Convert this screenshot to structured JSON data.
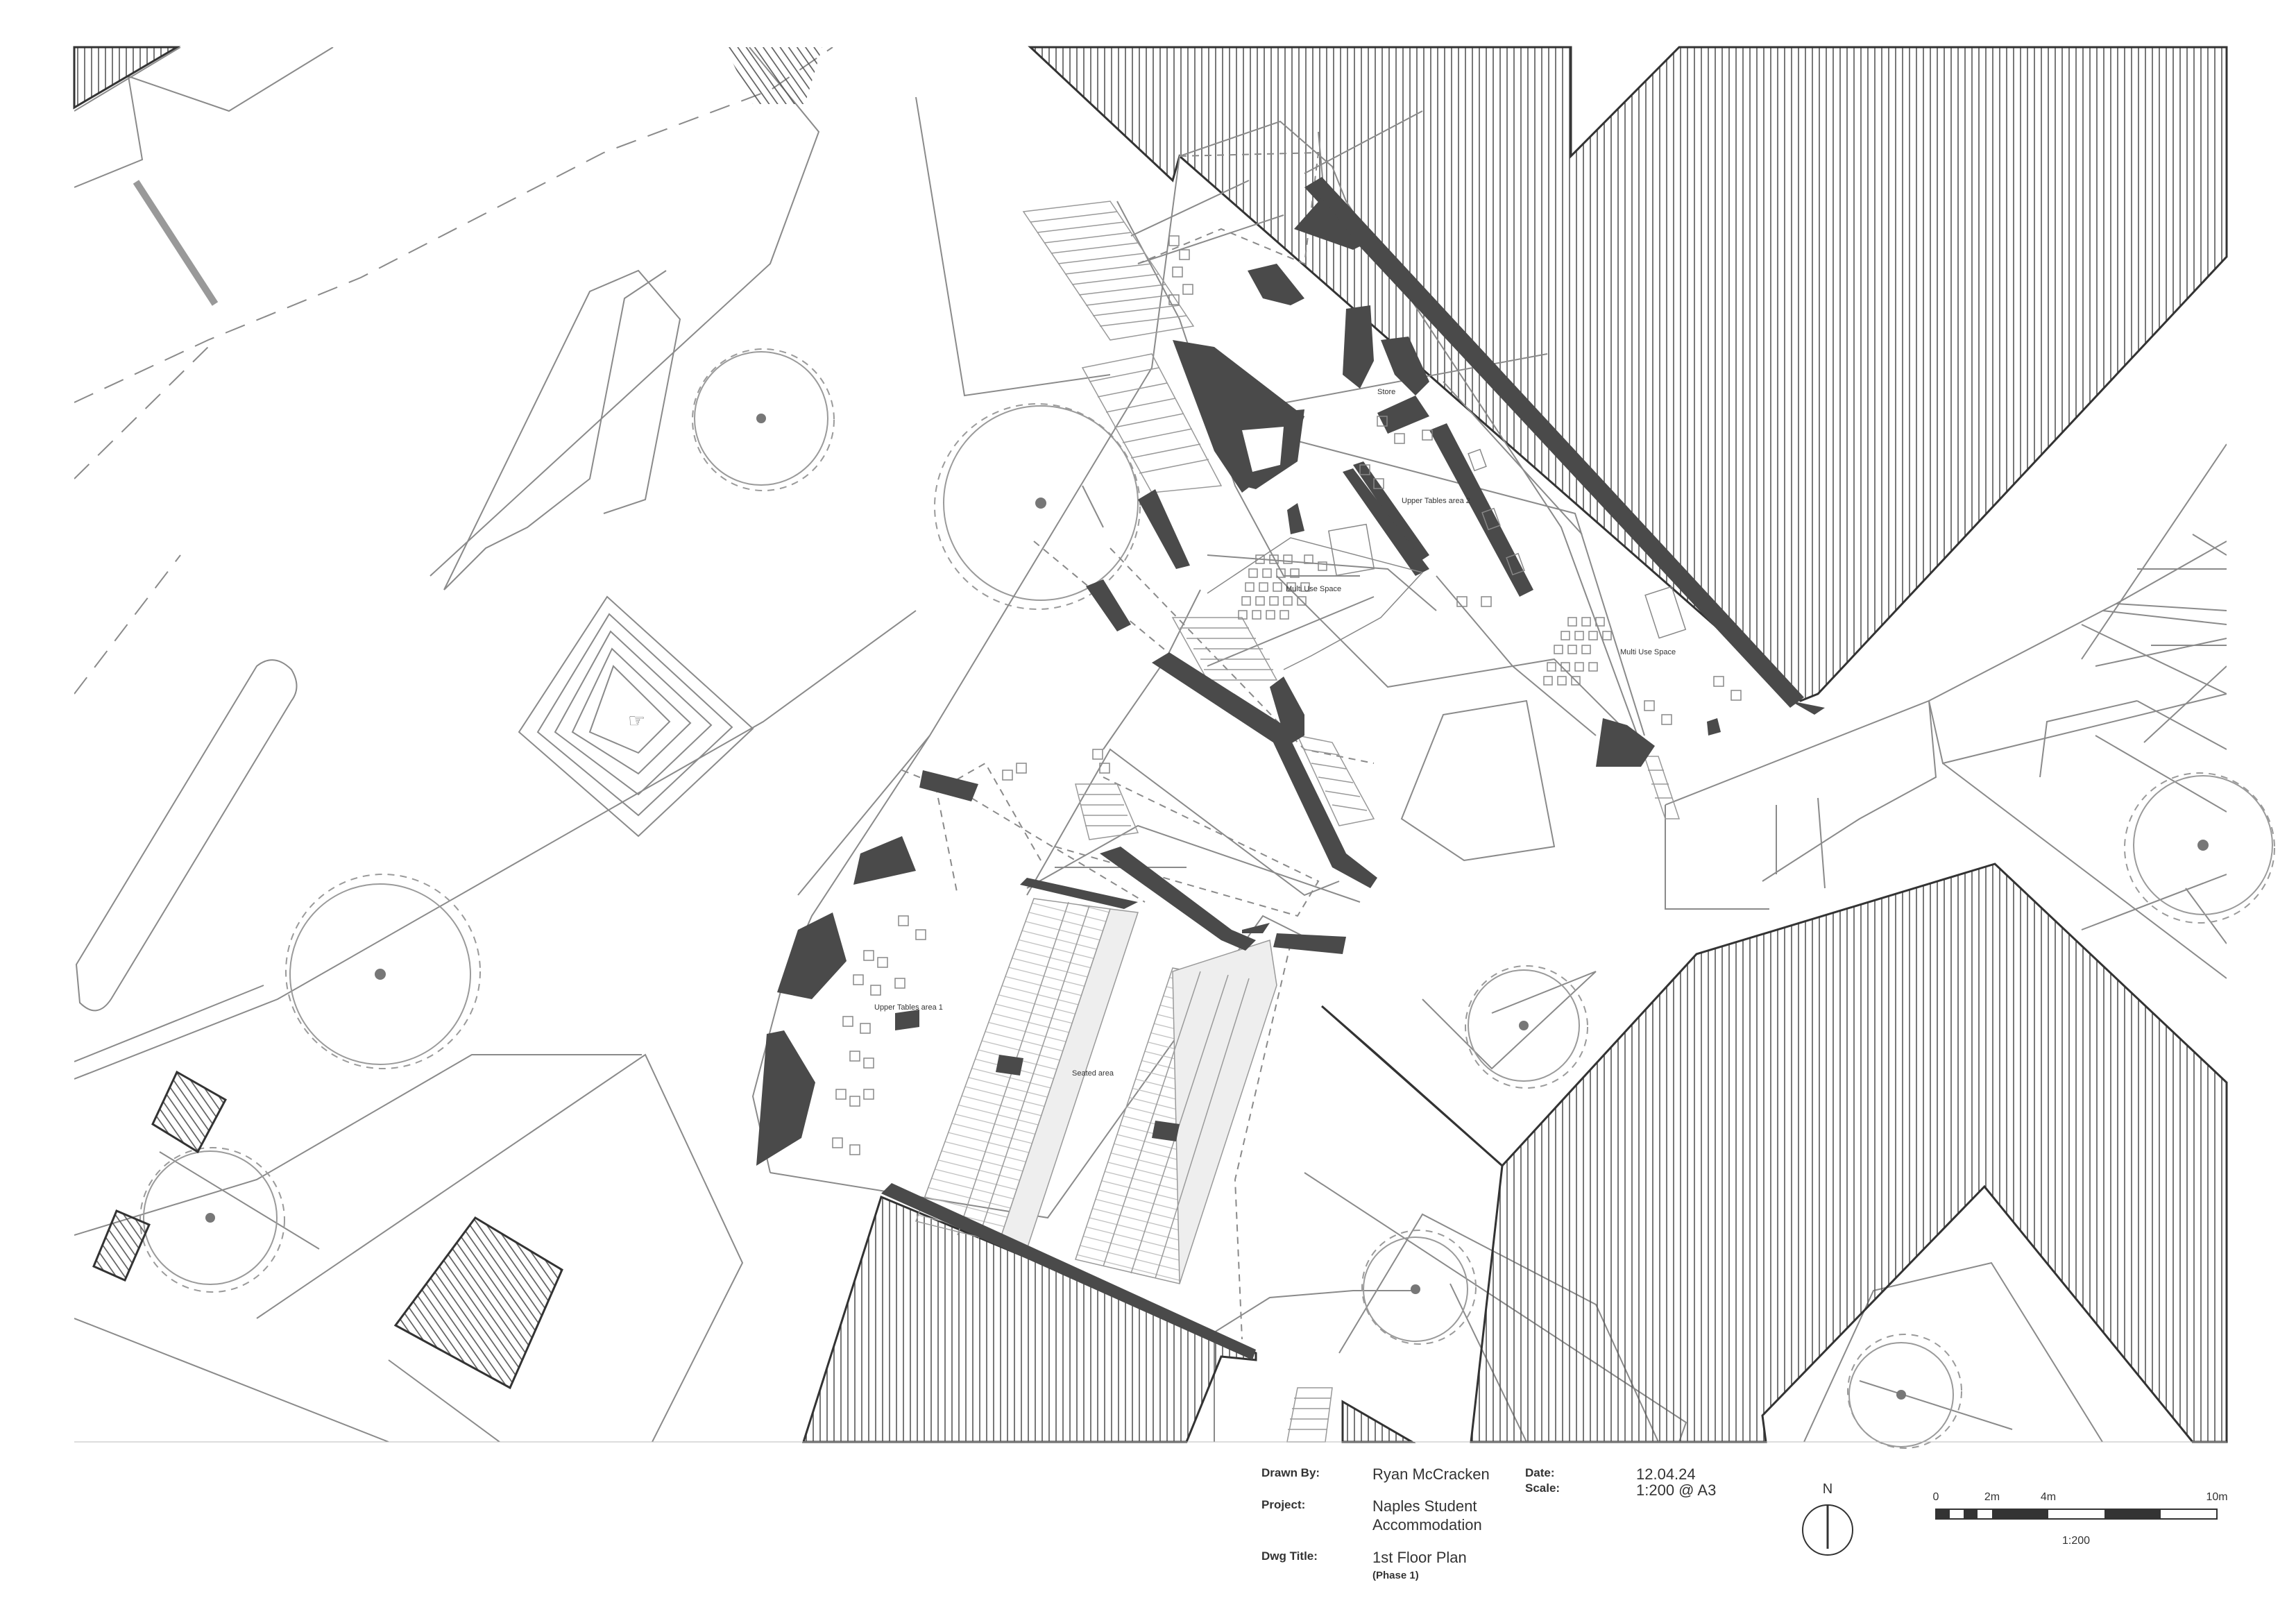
{
  "plan_labels": {
    "store": "Store",
    "upper_tables_2": "Upper Tables area 2",
    "multi_use_1": "Multi Use Space",
    "multi_use_2": "Multi Use Space",
    "upper_tables_1": "Upper Tables area 1",
    "seated_area": "Seated area"
  },
  "title_block": {
    "drawn_by_label": "Drawn By:",
    "drawn_by_value": "Ryan McCracken",
    "project_label": "Project:",
    "project_value_line1": "Naples Student",
    "project_value_line2": "Accommodation",
    "dwg_title_label": "Dwg Title:",
    "dwg_title_value": "1st Floor Plan",
    "dwg_title_sub": "(Phase 1)",
    "date_label": "Date:",
    "date_value": "12.04.24",
    "scale_label": "Scale:",
    "scale_value": "1:200 @ A3"
  },
  "north_arrow": {
    "letter": "N",
    "icon": "north-arrow-icon"
  },
  "scale_bar": {
    "ticks": [
      "0",
      "2m",
      "4m",
      "10m"
    ],
    "ratio": "1:200"
  },
  "colors": {
    "wall_fill": "#4a4a4a",
    "line": "#8a8a8a",
    "hatch": "#555555"
  }
}
